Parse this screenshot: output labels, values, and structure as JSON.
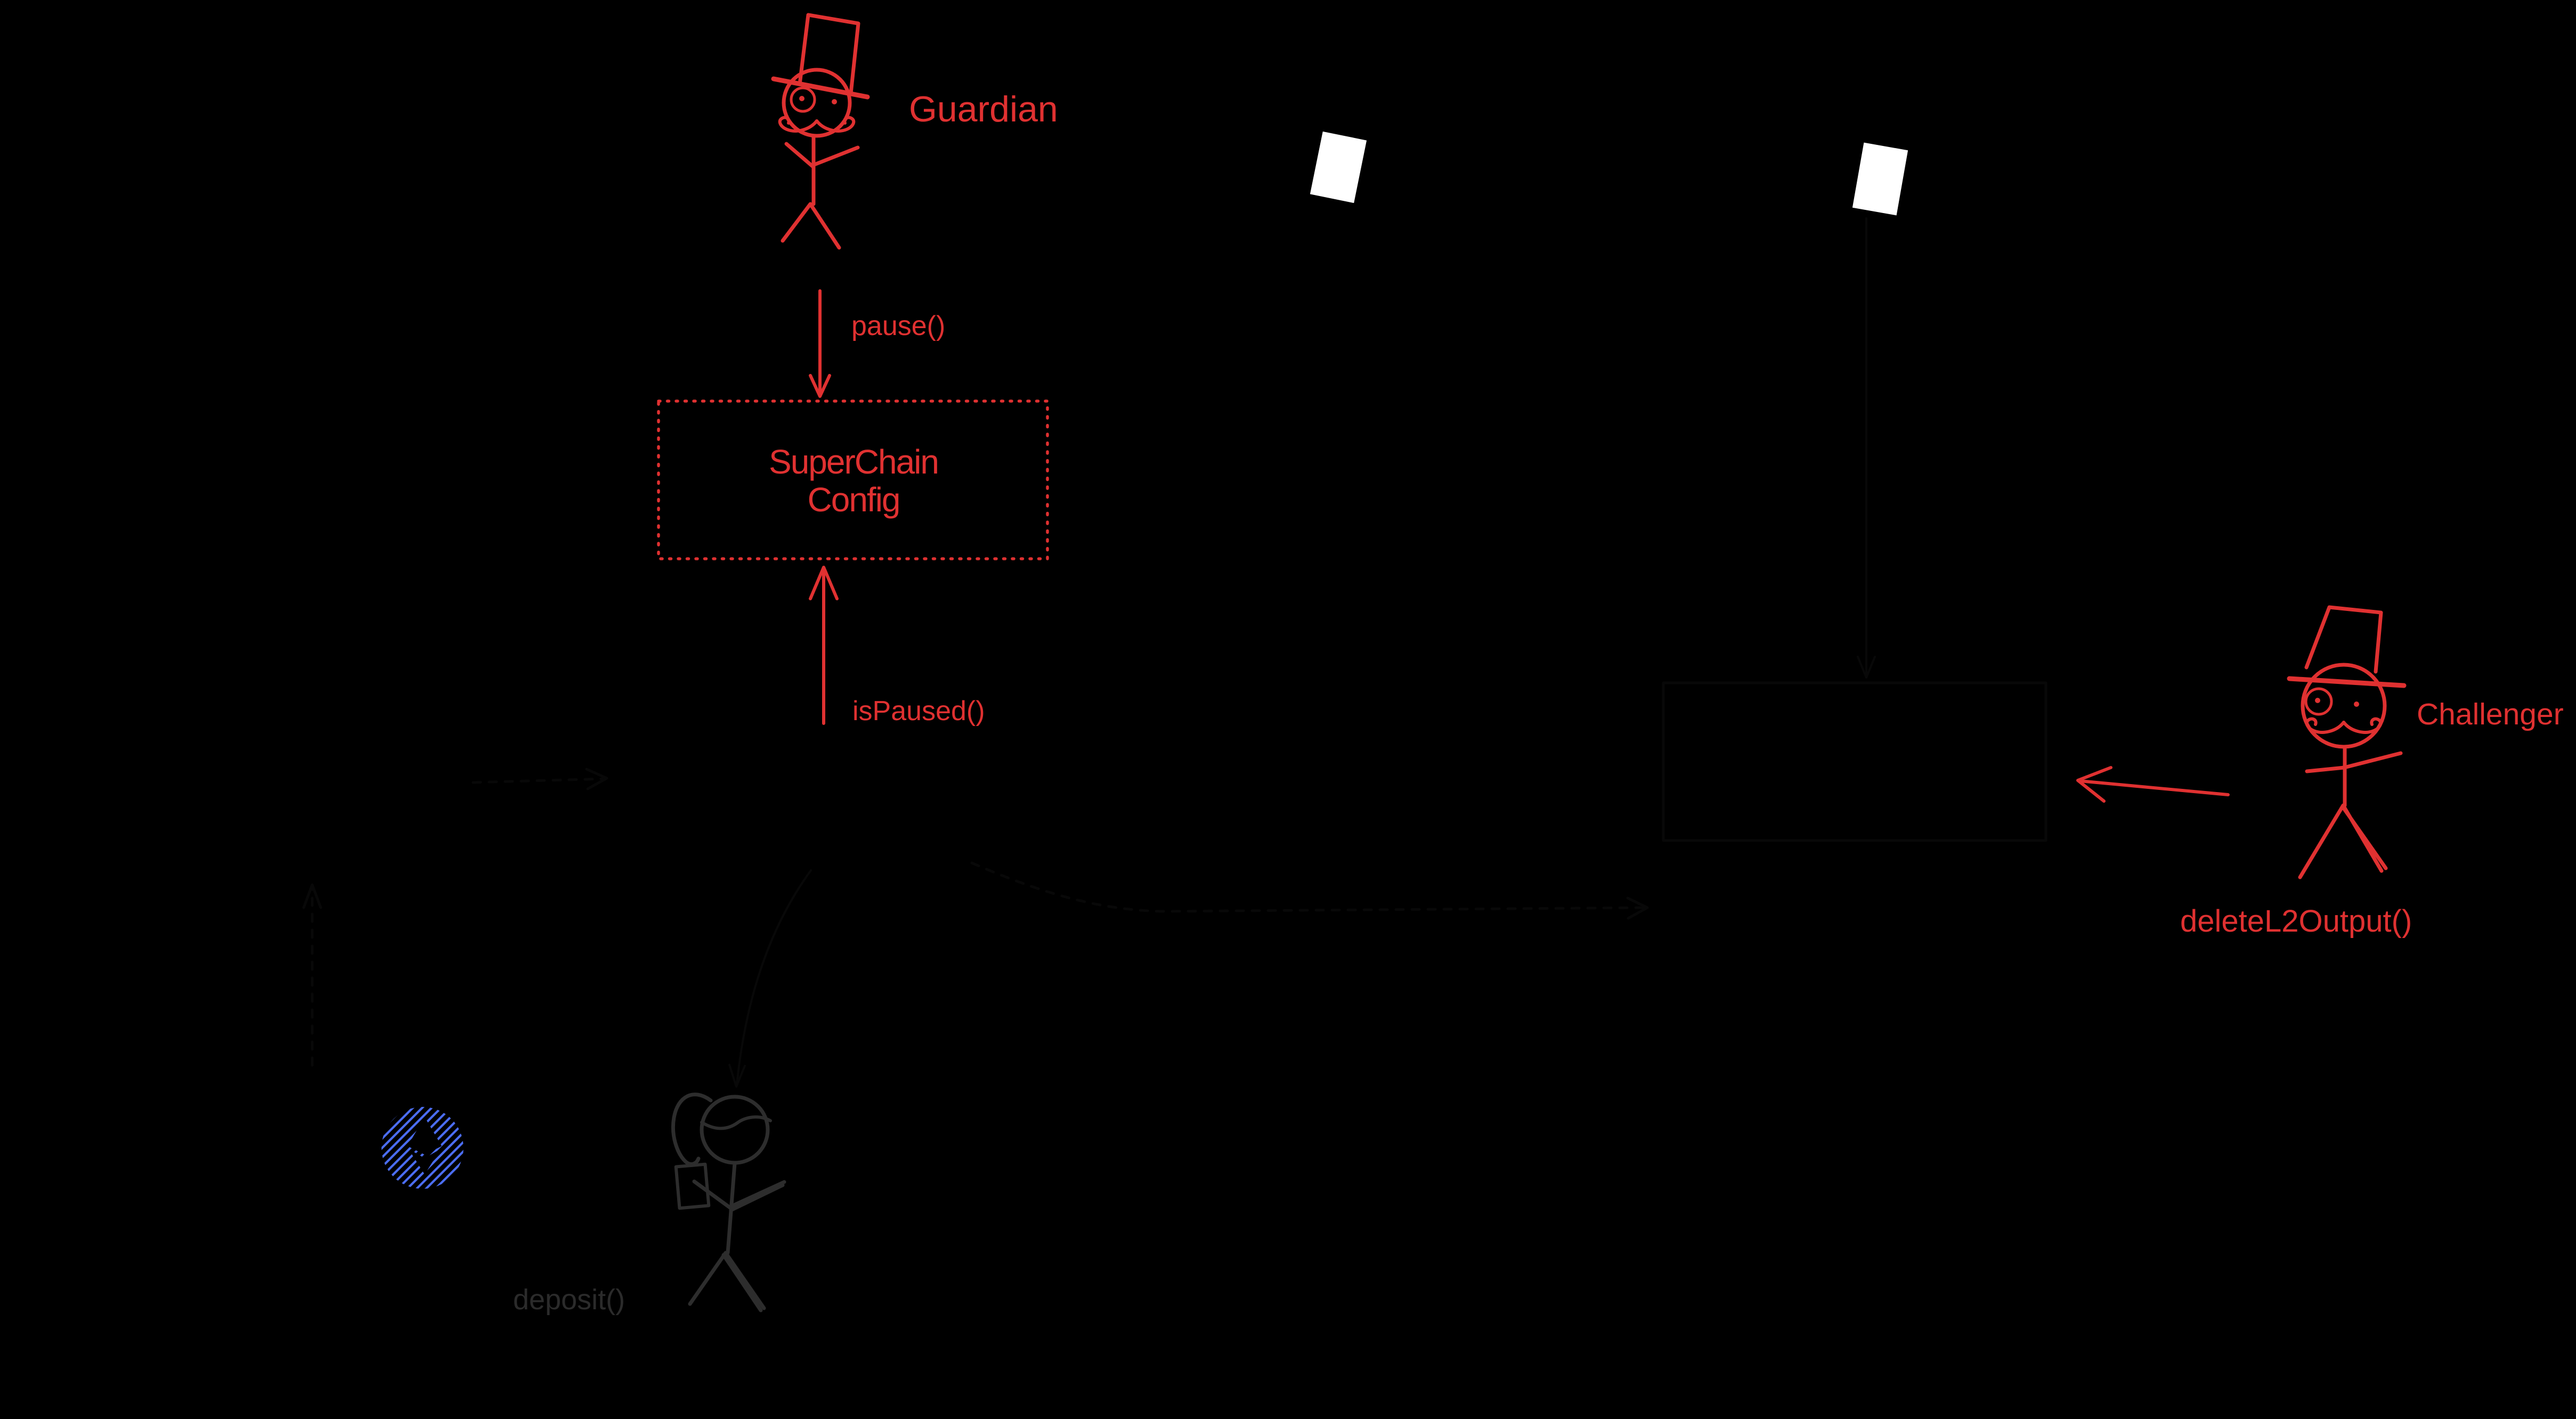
{
  "diagram": {
    "type": "hand-drawn-sketch",
    "background_color": "#000000",
    "accent_red": "#e03131",
    "accent_blue": "#4c6ef5",
    "paper_fill": "#ffffff",
    "user_gray": "#2d2d2d",
    "faint_ink": "#080808",
    "actors": {
      "guardian": {
        "label": "Guardian",
        "color": "#e03131",
        "appearance": "stick figure with top hat, monocle and mustache"
      },
      "challenger": {
        "label": "Challenger",
        "color": "#e03131",
        "appearance": "stick figure with top hat, monocle and mustache"
      },
      "user": {
        "label": "",
        "color": "#2d2d2d",
        "appearance": "stick figure with ponytail holding a phone"
      }
    },
    "nodes": {
      "superchain_config": {
        "label_line1": "SuperChain",
        "label_line2": "Config",
        "border": "dotted",
        "color": "#e03131"
      },
      "hidden_box": {
        "label": "",
        "border": "solid",
        "color": "#080808"
      }
    },
    "calls": {
      "pause": {
        "label": "pause()",
        "color": "#e03131",
        "from": "guardian",
        "to": "superchain_config"
      },
      "is_paused": {
        "label": "isPaused()",
        "color": "#e03131",
        "to": "superchain_config"
      },
      "delete_l2_output": {
        "label": "deleteL2Output()",
        "color": "#e03131",
        "from": "challenger"
      },
      "deposit": {
        "label": "deposit()",
        "color": "#2b2b2b",
        "from": "user"
      }
    },
    "objects": {
      "eth_token": {
        "shape": "hatched circle with ethereum diamond",
        "color": "#4c6ef5"
      },
      "paper_left": {
        "shape": "rotated white rectangle",
        "fill": "#ffffff"
      },
      "paper_right": {
        "shape": "rotated white rectangle",
        "fill": "#ffffff"
      }
    }
  }
}
